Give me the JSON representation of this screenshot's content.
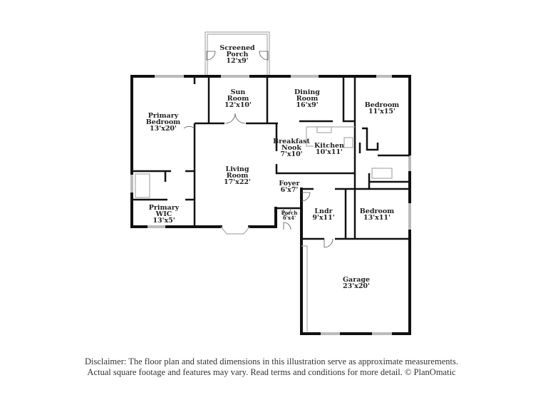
{
  "rooms": {
    "screened_porch": {
      "name_1": "Screened",
      "name_2": "Porch",
      "dim": "12'x9'"
    },
    "sun_room": {
      "name_1": "Sun",
      "name_2": "Room",
      "dim": "12'x10'"
    },
    "dining_room": {
      "name_1": "Dining",
      "name_2": "Room",
      "dim": "16'x9'"
    },
    "bedroom_ne": {
      "name": "Bedroom",
      "dim": "11'x15'"
    },
    "primary_bedroom": {
      "name_1": "Primary",
      "name_2": "Bedroom",
      "dim": "13'x20'"
    },
    "breakfast_nook": {
      "name_1": "Breakfast",
      "name_2": "Nook",
      "dim": "7'x10'"
    },
    "kitchen": {
      "name": "Kitchen",
      "dim": "10'x11'"
    },
    "living_room": {
      "name_1": "Living",
      "name_2": "Room",
      "dim": "17'x22'"
    },
    "foyer": {
      "name": "Foyer",
      "dim": "6'x7'"
    },
    "primary_wic": {
      "name_1": "Primary",
      "name_2": "WIC",
      "dim": "13'x5'"
    },
    "porch": {
      "name": "Porch",
      "dim": "6'x4'"
    },
    "laundry": {
      "name": "Lndr",
      "dim": "9'x11'"
    },
    "bedroom_se": {
      "name": "Bedroom",
      "dim": "13'x11'"
    },
    "garage": {
      "name": "Garage",
      "dim": "23'x20'"
    }
  },
  "disclaimer": {
    "line1": "Disclaimer: The floor plan and stated dimensions in this illustration serve as approximate measurements.",
    "line2": "Actual square footage and features may vary. Read terms and conditions for more detail. © PlanOmatic"
  }
}
